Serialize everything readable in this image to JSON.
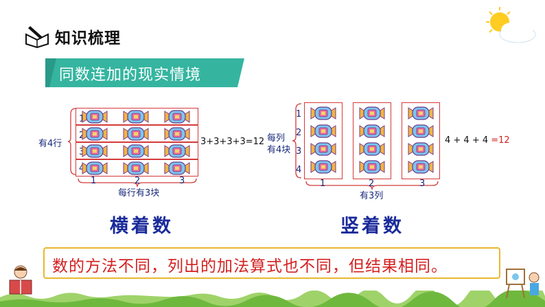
{
  "header": {
    "title": "知识梳理",
    "subtitle": "同数连加的现实情境"
  },
  "left": {
    "row_numbers": [
      "1",
      "2",
      "3",
      "4"
    ],
    "col_numbers": [
      "1",
      "2",
      "3"
    ],
    "row_label": "有4行",
    "col_label": "每行有3块",
    "equation": "3+3+3+3=12",
    "caption": "横着数"
  },
  "right": {
    "row_numbers": [
      "1",
      "2",
      "3",
      "4"
    ],
    "col_numbers": [
      "1",
      "2",
      "3"
    ],
    "row_label_1": "每列",
    "row_label_2": "有4块",
    "col_label": "有3列",
    "equation_left": "4 + 4 + 4 ",
    "equation_right": "=12",
    "caption": "竖着数"
  },
  "conclusion": "数的方法不同，列出的加法算式也不同，但结果相同。",
  "colors": {
    "banner": "#35b5a0",
    "frame": "#d43a3a",
    "text_blue": "#1a2a9a",
    "conclusion": "#d42020"
  }
}
